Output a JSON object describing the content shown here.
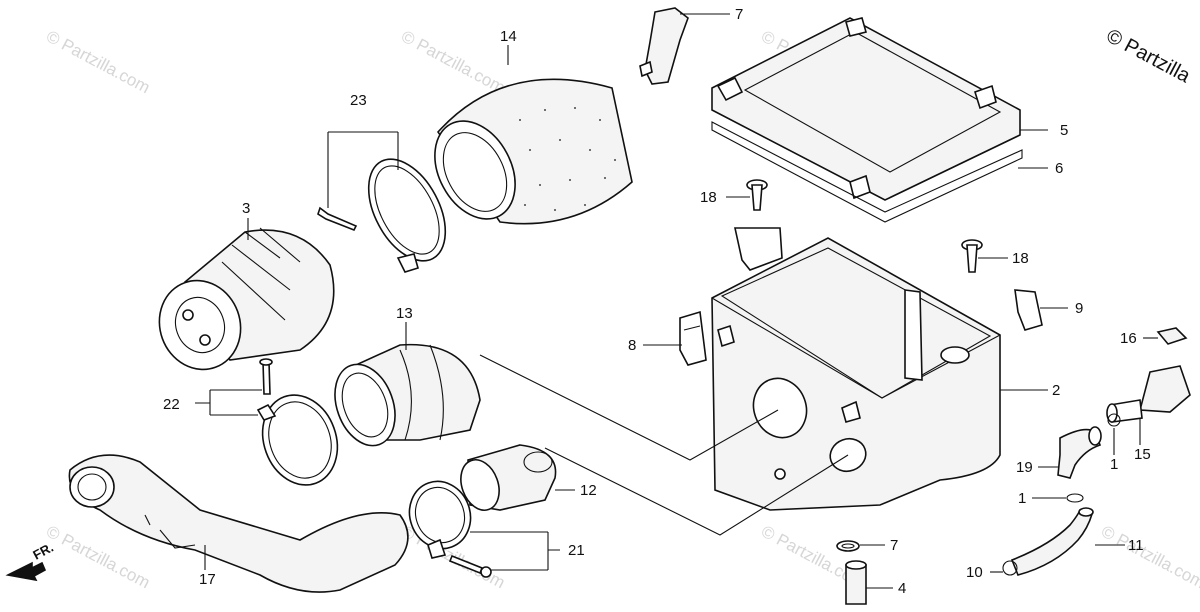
{
  "watermark": {
    "text": "© Partzilla.com"
  },
  "copyright": {
    "text": "© Partzilla"
  },
  "direction_marker": {
    "text": "FR."
  },
  "callouts": [
    {
      "id": "c1a",
      "number": "1"
    },
    {
      "id": "c1b",
      "number": "1"
    },
    {
      "id": "c2",
      "number": "2"
    },
    {
      "id": "c3",
      "number": "3"
    },
    {
      "id": "c4",
      "number": "4"
    },
    {
      "id": "c5",
      "number": "5"
    },
    {
      "id": "c6",
      "number": "6"
    },
    {
      "id": "c7a",
      "number": "7"
    },
    {
      "id": "c7b",
      "number": "7"
    },
    {
      "id": "c8",
      "number": "8"
    },
    {
      "id": "c9",
      "number": "9"
    },
    {
      "id": "c10",
      "number": "10"
    },
    {
      "id": "c11",
      "number": "11"
    },
    {
      "id": "c12",
      "number": "12"
    },
    {
      "id": "c13",
      "number": "13"
    },
    {
      "id": "c14",
      "number": "14"
    },
    {
      "id": "c15",
      "number": "15"
    },
    {
      "id": "c16",
      "number": "16"
    },
    {
      "id": "c17",
      "number": "17"
    },
    {
      "id": "c18a",
      "number": "18"
    },
    {
      "id": "c18b",
      "number": "18"
    },
    {
      "id": "c19",
      "number": "19"
    },
    {
      "id": "c21",
      "number": "21"
    },
    {
      "id": "c22",
      "number": "22"
    },
    {
      "id": "c23",
      "number": "23"
    }
  ]
}
